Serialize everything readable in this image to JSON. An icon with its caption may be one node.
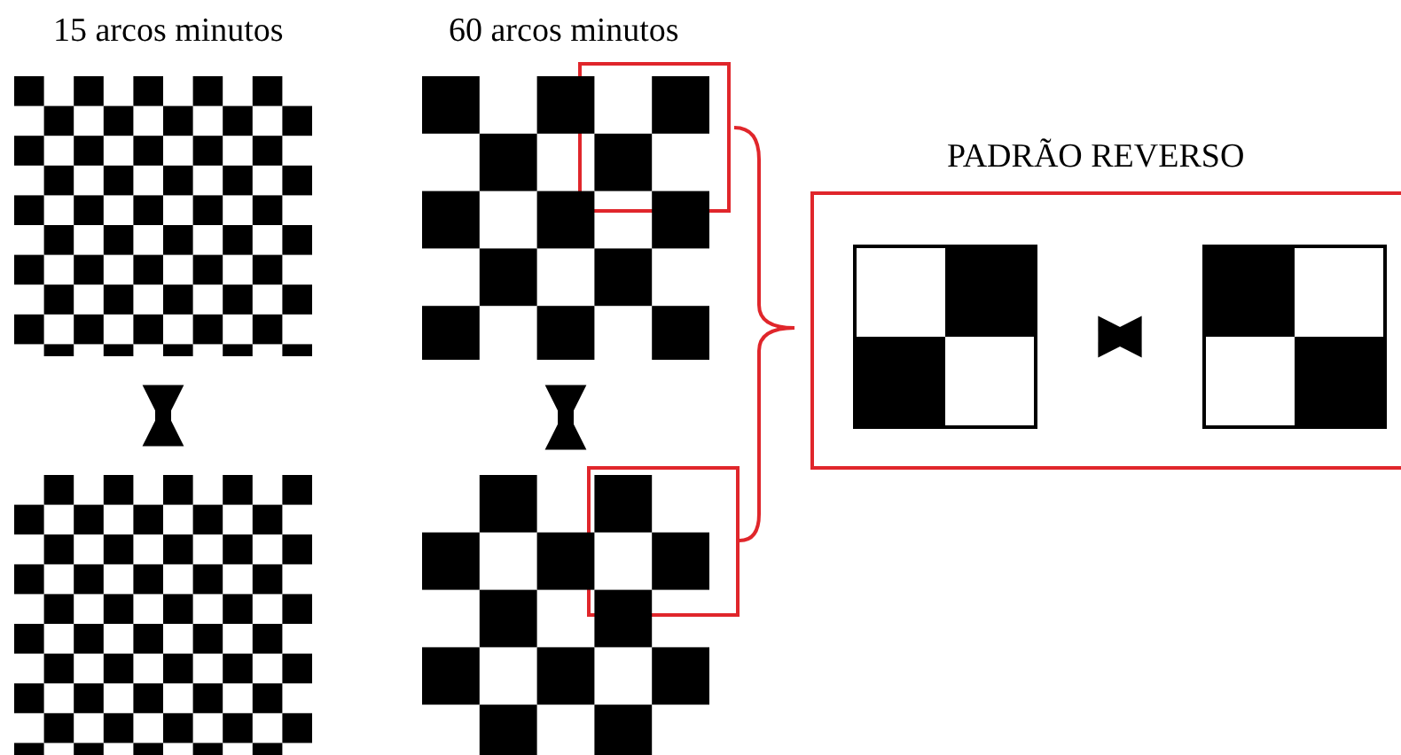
{
  "diagram": {
    "nodes": [
      {
        "text": [
          "15 arcos minutos"
        ]
      },
      {
        "text": [
          "60 arcos minutos"
        ]
      },
      {
        "text": [
          "PADRÃO REVERSO"
        ]
      },
      {
        "text": [],
        "shape": "box",
        "in": 2
      },
      {
        "text": [],
        "shape": "box",
        "in": 2
      },
      {
        "text": [],
        "shape": "box"
      },
      {
        "text": [],
        "shape": "box"
      }
    ],
    "edges": [
      {
        "from": 0,
        "to": 5,
        "arrow": "both"
      },
      {
        "from": 1,
        "to": 6,
        "arrow": "both"
      },
      {
        "from": 3,
        "to": 4,
        "arrow": "both"
      }
    ]
  }
}
